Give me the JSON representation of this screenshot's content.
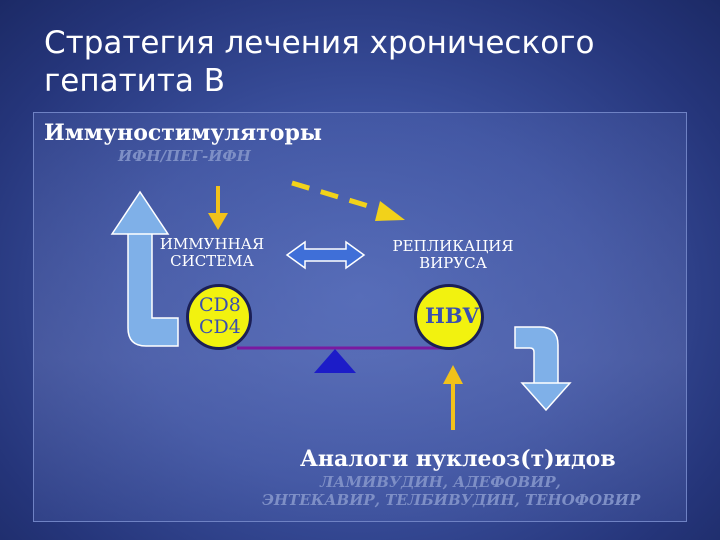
{
  "slide": {
    "title": "Стратегия лечения хронического гепатита В"
  },
  "diagram": {
    "immunostimulators": "Иммуностимуляторы",
    "ifn_label": "ИФН/ПЕГ-ИФН",
    "immune_system": "ИММУННАЯ\nСИСТЕМА",
    "virus_replication": "РЕПЛИКАЦИЯ\nВИРУСА",
    "cd_markers": "CD8\nCD4",
    "hbv": "HBV",
    "nucleoside_analogs": "Аналоги нуклеоз(т)идов",
    "drugs_line1": "ЛАМИВУДИН, АДЕФОВИР,",
    "drugs_line2": "ЭНТЕКАВИР, ТЕЛБИВУДИН, ТЕНОФОВИР"
  },
  "colors": {
    "arrow_yellow": "#f2c21a",
    "dashed_yellow": "#f2d21a",
    "light_blue_arrow": "#7fb0e8",
    "balance_beam": "#7a1aa0",
    "fulcrum": "#1c1cc8",
    "circle_fill": "#f2f20f"
  }
}
